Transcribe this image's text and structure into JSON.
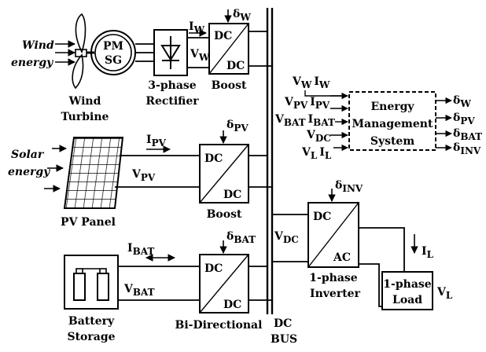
{
  "wind_source": {
    "line1": "Wind",
    "line2": "energy"
  },
  "generator": {
    "line1": "PM",
    "line2": "SG"
  },
  "wind_turbine": {
    "line1": "Wind",
    "line2": "Turbine"
  },
  "rectifier": {
    "line1": "3-phase",
    "line2": "Rectifier"
  },
  "wind_boost": {
    "top": "DC",
    "bottom": "DC",
    "caption": "Boost"
  },
  "wind_signals": {
    "current": "I",
    "current_sub": "W",
    "voltage": "V",
    "voltage_sub": "W",
    "duty": "δ",
    "duty_sub": "W"
  },
  "solar_source": {
    "line1": "Solar",
    "line2": "energy"
  },
  "pv_panel": {
    "caption": "PV Panel"
  },
  "pv_signals": {
    "current": "I",
    "current_sub": "PV",
    "voltage": "V",
    "voltage_sub": "PV",
    "duty": "δ",
    "duty_sub": "PV"
  },
  "pv_boost": {
    "top": "DC",
    "bottom": "DC",
    "caption": "Boost"
  },
  "battery": {
    "line1": "Battery",
    "line2": "Storage"
  },
  "bat_signals": {
    "current": "I",
    "current_sub": "BAT",
    "voltage": "V",
    "voltage_sub": "BAT",
    "duty": "δ",
    "duty_sub": "BAT"
  },
  "bidirectional": {
    "top": "DC",
    "bottom": "DC",
    "caption": "Bi-Directional"
  },
  "dc_bus": {
    "line1": "DC",
    "line2": "BUS",
    "voltage": "V",
    "voltage_sub": "DC"
  },
  "inverter": {
    "top": "DC",
    "bottom": "AC",
    "line1": "1-phase",
    "line2": "Inverter",
    "duty": "δ",
    "duty_sub": "INV"
  },
  "load": {
    "line1": "1-phase",
    "line2": "Load",
    "current": "I",
    "current_sub": "L",
    "voltage": "V",
    "voltage_sub": "L"
  },
  "ems": {
    "line1": "Energy",
    "line2": "Management",
    "line3": "System",
    "inputs": [
      {
        "a": "V",
        "a_sub": "W",
        "b": "I",
        "b_sub": "W"
      },
      {
        "a": "V",
        "a_sub": "PV",
        "b": "I",
        "b_sub": "PV"
      },
      {
        "a": "V",
        "a_sub": "BAT",
        "b": "I",
        "b_sub": "BAT"
      },
      {
        "a": "V",
        "a_sub": "DC",
        "b": "",
        "b_sub": ""
      },
      {
        "a": "V",
        "a_sub": "L",
        "b": "I",
        "b_sub": "L"
      }
    ],
    "outputs": [
      {
        "sym": "δ",
        "sub": "W"
      },
      {
        "sym": "δ",
        "sub": "PV"
      },
      {
        "sym": "δ",
        "sub": "BAT"
      },
      {
        "sym": "δ",
        "sub": "INV"
      }
    ]
  }
}
